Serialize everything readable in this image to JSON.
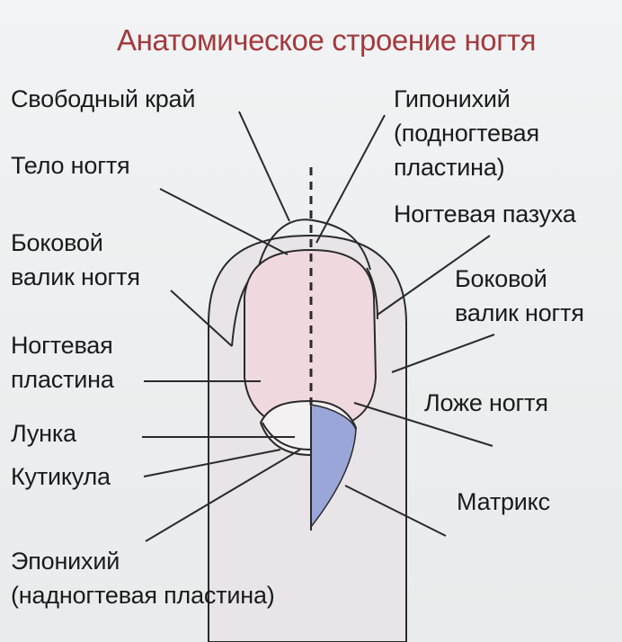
{
  "title": "Анатомическое строение ногтя",
  "labels": {
    "free_edge": "Свободный край",
    "nail_body": "Тело ногтя",
    "lateral_fold_left_1": "Боковой",
    "lateral_fold_left_2": "валик ногтя",
    "nail_plate_1": "Ногтевая",
    "nail_plate_2": "пластина",
    "lunula": "Лунка",
    "cuticle": "Кутикула",
    "eponychium_1": "Эпонихий",
    "eponychium_2": "(надногтевая пластина)",
    "hyponychium_1": "Гипонихий",
    "hyponychium_2": "(подногтевая",
    "hyponychium_3": "пластина)",
    "nail_sinus": "Ногтевая пазуха",
    "lateral_fold_right_1": "Боковой",
    "lateral_fold_right_2": "валик ногтя",
    "nail_bed": "Ложе ногтя",
    "matrix": "Матрикс"
  },
  "colors": {
    "title": "#a23a3e",
    "nail_plate": "#efd9df",
    "lunula": "#f4f1f3",
    "matrix": "#9aa6d8",
    "outline": "#2a2a2a"
  }
}
